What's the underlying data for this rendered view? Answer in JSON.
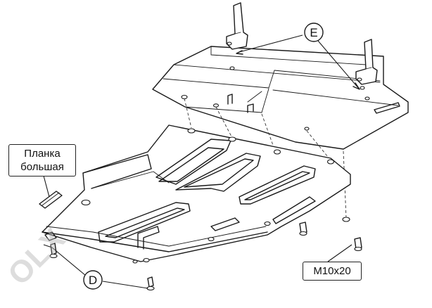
{
  "callouts": {
    "e": "E",
    "d": "D"
  },
  "labels": {
    "planka": "Планка большая",
    "bolt": "M10x20"
  },
  "watermark": "OLX",
  "colors": {
    "line": "#1a1a1a",
    "background": "#ffffff"
  }
}
